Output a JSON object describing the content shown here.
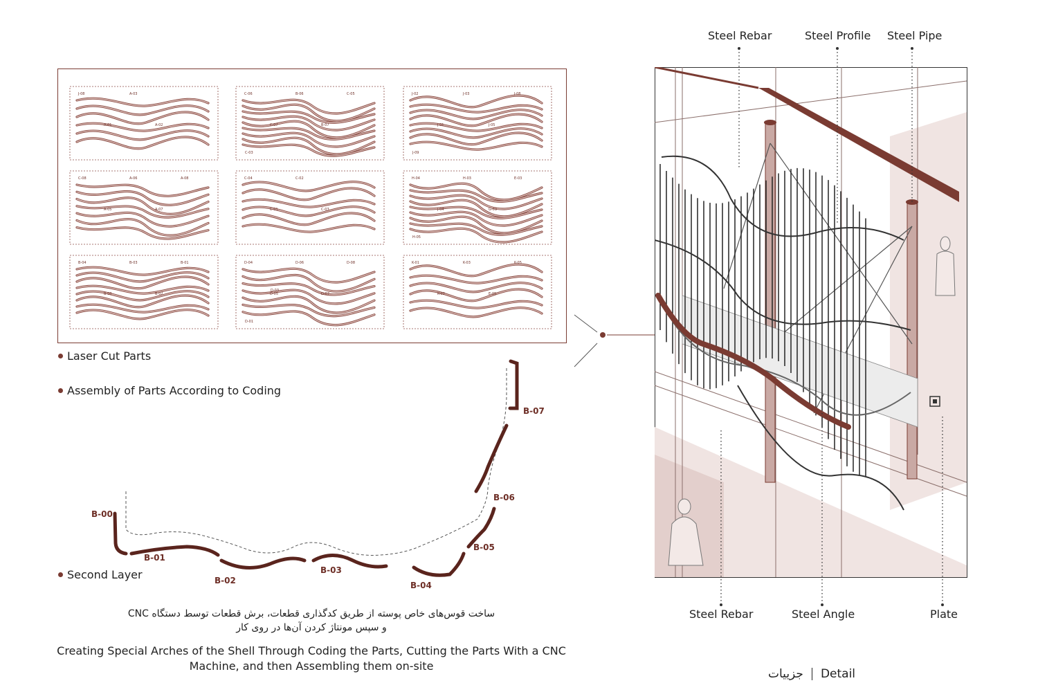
{
  "top_labels": [
    "Steel Rebar",
    "Steel Profile",
    "Steel Pipe"
  ],
  "bottom_labels": [
    "Steel Rebar",
    "Steel Angle",
    "Plate"
  ],
  "sheet_codes": [
    [
      "J-08",
      "A-01",
      "A-03",
      "A-02"
    ],
    [
      "C-06",
      "C-07",
      "B-06",
      "B-07",
      "C-05",
      "C-03"
    ],
    [
      "J-02",
      "J-01",
      "J-03",
      "J-05",
      "J-08",
      "J-09"
    ],
    [
      "C-08",
      "A-05",
      "A-06",
      "A-07",
      "A-08"
    ],
    [
      "C-04",
      "C-01",
      "C-02",
      "C-03"
    ],
    [
      "H-04",
      "J-04",
      "H-03",
      "G-03",
      "E-03",
      "H-05"
    ],
    [
      "B-04",
      "B-00",
      "B-03",
      "B-02",
      "B-01"
    ],
    [
      "D-04",
      "D-05",
      "D-06",
      "D-07",
      "D-08",
      "D-01",
      "D-03"
    ],
    [
      "K-01",
      "K-02",
      "K-03",
      "E-05",
      "K-05"
    ]
  ],
  "bullets": {
    "laser": "Laser Cut Parts",
    "assembly": "Assembly of Parts According to Coding",
    "second": "Second Layer"
  },
  "layer_codes": [
    "B-00",
    "B-01",
    "B-02",
    "B-03",
    "B-04",
    "B-05",
    "B-06",
    "B-07"
  ],
  "caption_fa_line1": "ساخت قوس‌های خاص پوسته از طریق کدگذاری قطعات، برش قطعات توسط دستگاه CNC",
  "caption_fa_line2": "و سپس مونتاژ کردن آن‌ها در روی کار",
  "caption_en": "Creating Special Arches of the Shell Through Coding the Parts, Cutting the Parts With a CNC Machine, and then Assembling them on-site",
  "footer_fa": "جزییات",
  "footer_en": "Detail",
  "colors": {
    "accent": "#7a3b32",
    "fill": "#c9a9a4",
    "panel": "#f0e4e2"
  }
}
